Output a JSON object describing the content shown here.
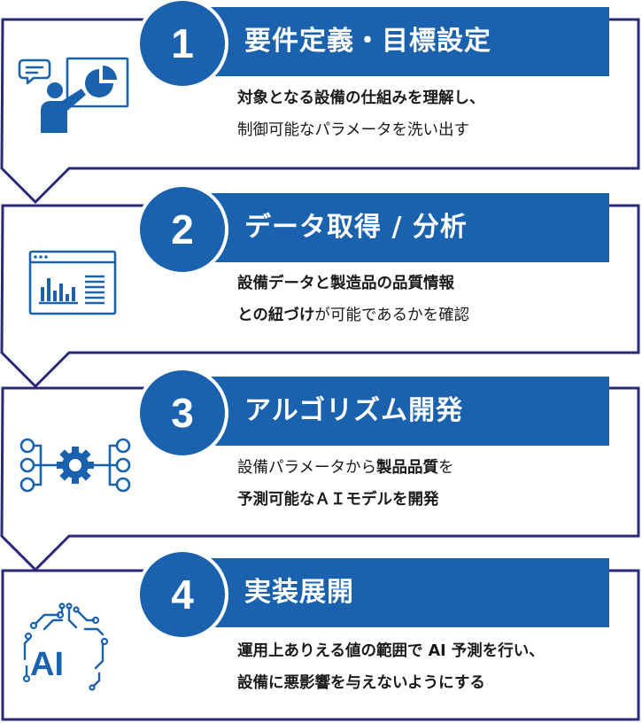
{
  "colors": {
    "accent": "#1a62ae",
    "frame": "#2b2a75",
    "text": "#1a1a1a"
  },
  "steps": [
    {
      "number": "1",
      "title": "要件定義・目標設定",
      "icon": "presentation-icon",
      "lines": [
        [
          {
            "text": "対象となる設備の仕組みを理解し、",
            "bold": true
          }
        ],
        [
          {
            "text": "制御可能なパラメータを洗い出す",
            "bold": false
          }
        ]
      ]
    },
    {
      "number": "2",
      "title": "データ取得 / 分析",
      "icon": "dashboard-icon",
      "lines": [
        [
          {
            "text": "設備データと製造品の品質情報",
            "bold": true
          }
        ],
        [
          {
            "text": "との紐づけ",
            "bold": true
          },
          {
            "text": "が可能であるかを確認",
            "bold": false
          }
        ]
      ]
    },
    {
      "number": "3",
      "title": "アルゴリズム開発",
      "icon": "gear-flow-icon",
      "lines": [
        [
          {
            "text": "設備パラメータから",
            "bold": false
          },
          {
            "text": "製品品質",
            "bold": true
          },
          {
            "text": "を",
            "bold": false
          }
        ],
        [
          {
            "text": "予測可能なＡＩモデルを開発",
            "bold": true
          }
        ]
      ]
    },
    {
      "number": "4",
      "title": "実装展開",
      "icon": "ai-circuit-icon",
      "ai_label": "AI",
      "lines": [
        [
          {
            "text": "運用上ありえる値の範囲で AI 予測を行い、",
            "bold": true
          }
        ],
        [
          {
            "text": "設備に悪影響を与えないようにする",
            "bold": true
          }
        ]
      ]
    }
  ]
}
